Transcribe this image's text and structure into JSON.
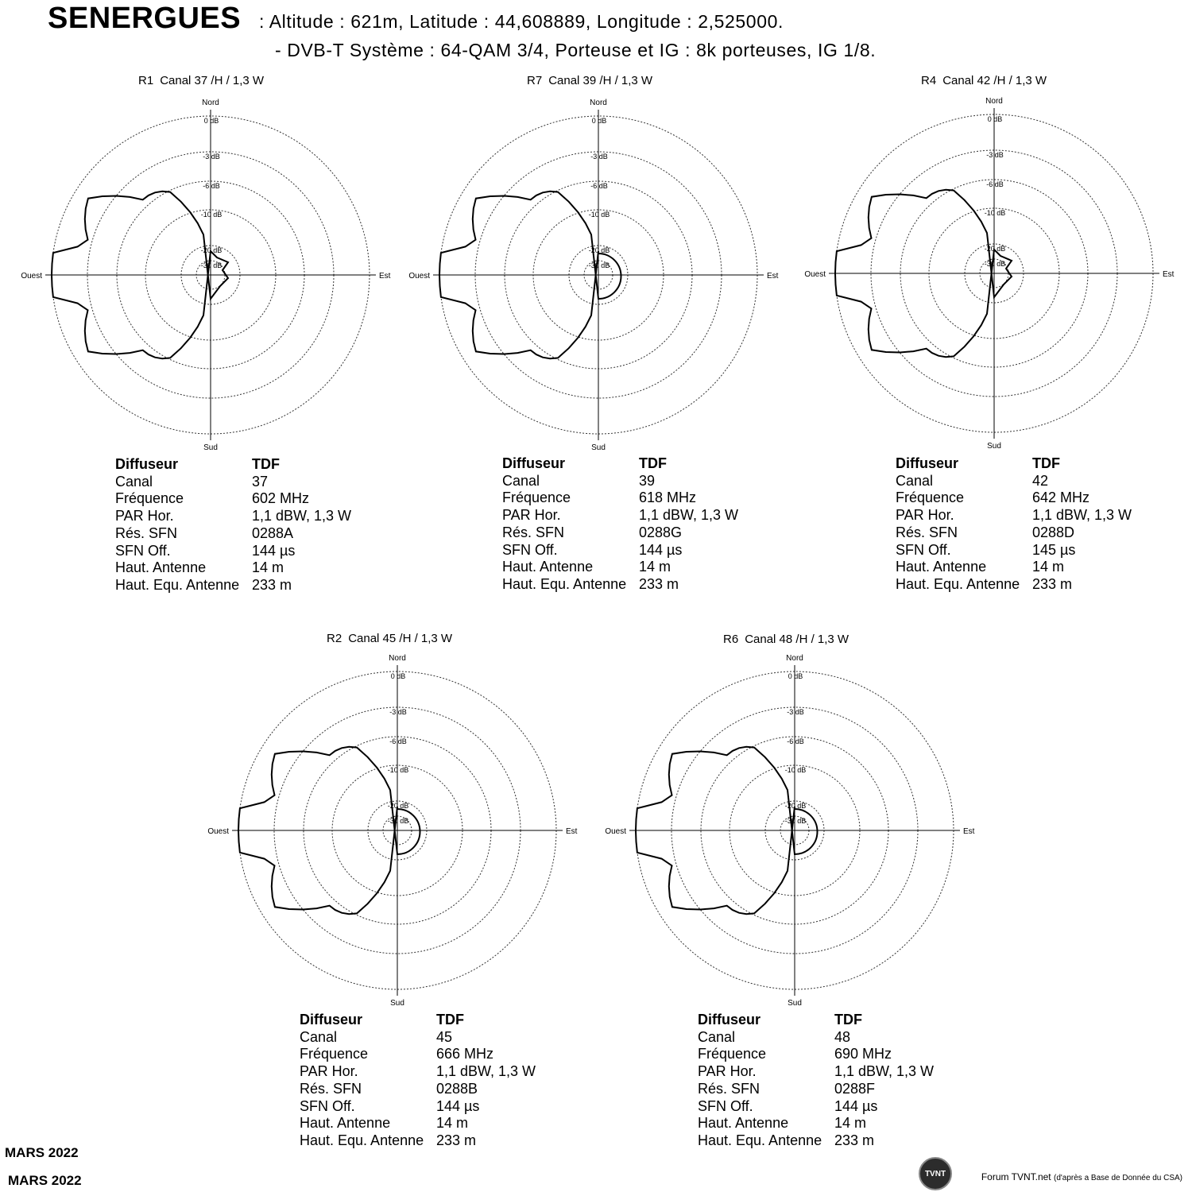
{
  "header": {
    "site": "SENERGUES",
    "line1": ": Altitude : 621m, Latitude : 44,608889, Longitude : 2,525000.",
    "line2": "- DVB-T Système : 64-QAM 3/4, Porteuse et IG : 8k porteuses, IG 1/8."
  },
  "polar_labels": {
    "north": "Nord",
    "south": "Sud",
    "east": "Est",
    "west": "Ouest",
    "rings": [
      "0 dB",
      "-3 dB",
      "-6 dB",
      "-10 dB",
      "-20 dB",
      "-30 dB"
    ]
  },
  "info_labels": {
    "diffuseur": "Diffuseur",
    "canal": "Canal",
    "frequence": "Fréquence",
    "par": "PAR Hor.",
    "res": "Rés. SFN",
    "sfn": "SFN Off.",
    "haut": "Haut. Antenne",
    "hequ": "Haut. Equ. Antenne"
  },
  "transmitters": [
    {
      "mux": "R1",
      "canal_title": "Canal 37 /H / 1,3 W",
      "diffuseur": "TDF",
      "canal": "37",
      "frequence": "602 MHz",
      "par": "1,1 dBW, 1,3 W",
      "res": "0288A",
      "sfn": "144 µs",
      "haut": "14 m",
      "hequ": "233 m",
      "pattern": "west-main-weak-east"
    },
    {
      "mux": "R7",
      "canal_title": "Canal 39 /H / 1,3 W",
      "diffuseur": "TDF",
      "canal": "39",
      "frequence": "618 MHz",
      "par": "1,1 dBW, 1,3 W",
      "res": "0288G",
      "sfn": "144 µs",
      "haut": "14 m",
      "hequ": "233 m",
      "pattern": "west-main-east-lobe"
    },
    {
      "mux": "R4",
      "canal_title": "Canal 42 /H / 1,3 W",
      "diffuseur": "TDF",
      "canal": "42",
      "frequence": "642 MHz",
      "par": "1,1 dBW, 1,3 W",
      "res": "0288D",
      "sfn": "145 µs",
      "haut": "14 m",
      "hequ": "233 m",
      "pattern": "west-main-weak-east"
    },
    {
      "mux": "R2",
      "canal_title": "Canal 45 /H / 1,3 W",
      "diffuseur": "TDF",
      "canal": "45",
      "frequence": "666 MHz",
      "par": "1,1 dBW, 1,3 W",
      "res": "0288B",
      "sfn": "144 µs",
      "haut": "14 m",
      "hequ": "233 m",
      "pattern": "west-main-east-lobe"
    },
    {
      "mux": "R6",
      "canal_title": "Canal 48 /H / 1,3 W",
      "diffuseur": "TDF",
      "canal": "48",
      "frequence": "690 MHz",
      "par": "1,1 dBW, 1,3 W",
      "res": "0288F",
      "sfn": "144 µs",
      "haut": "14 m",
      "hequ": "233 m",
      "pattern": "west-main-east-lobe"
    }
  ],
  "dates": [
    "MARS 2022",
    "MARS 2022"
  ],
  "footer": {
    "logo": "TVNT",
    "text": "Forum TVNT.net",
    "small": "(d'après a Base de Donnée du CSA)"
  }
}
